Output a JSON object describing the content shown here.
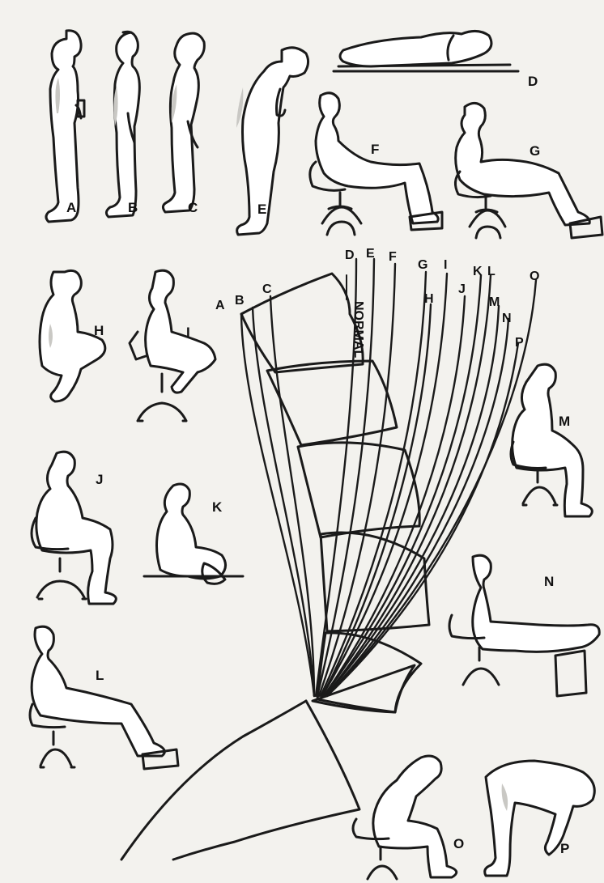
{
  "figures": [
    {
      "id": "A",
      "label": "A"
    },
    {
      "id": "B",
      "label": "B"
    },
    {
      "id": "C",
      "label": "C"
    },
    {
      "id": "D",
      "label": "D"
    },
    {
      "id": "E",
      "label": "E"
    },
    {
      "id": "F",
      "label": "F"
    },
    {
      "id": "G",
      "label": "G"
    },
    {
      "id": "H",
      "label": "H"
    },
    {
      "id": "I",
      "label": "I"
    },
    {
      "id": "J",
      "label": "J"
    },
    {
      "id": "K",
      "label": "K"
    },
    {
      "id": "L",
      "label": "L"
    },
    {
      "id": "M",
      "label": "M"
    },
    {
      "id": "N",
      "label": "N"
    },
    {
      "id": "O",
      "label": "O"
    },
    {
      "id": "P",
      "label": "P"
    }
  ],
  "spine_lines": {
    "normal_label": "NORMAL",
    "line_labels": [
      "A",
      "B",
      "C",
      "D",
      "E",
      "F",
      "G",
      "H",
      "I",
      "J",
      "K",
      "L",
      "M",
      "N",
      "O",
      "P"
    ]
  }
}
